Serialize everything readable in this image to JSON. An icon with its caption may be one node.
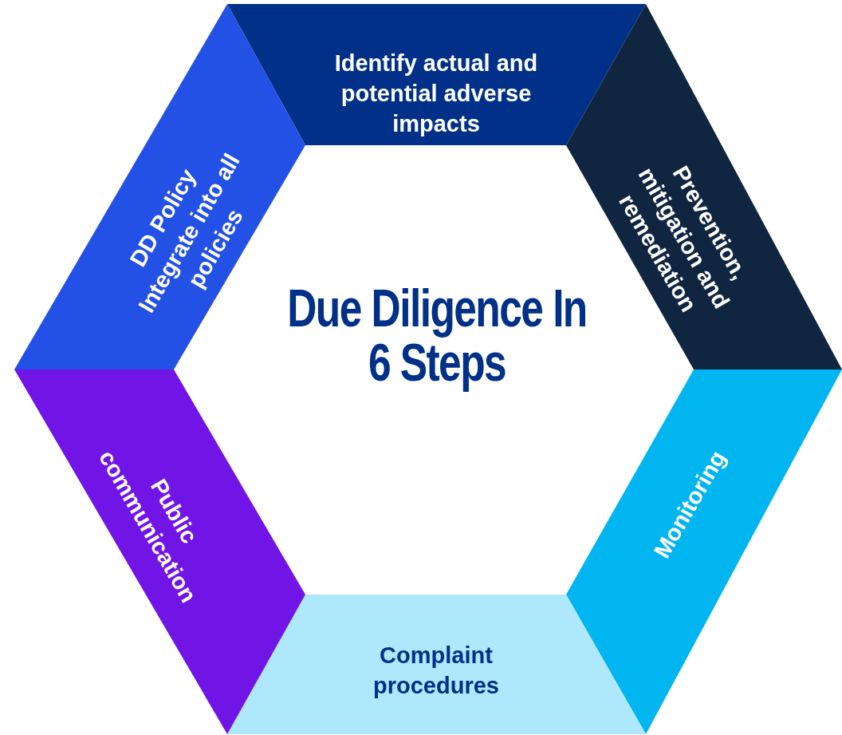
{
  "diagram": {
    "title": "Due Diligence In 6 Steps",
    "nodes": [
      {
        "text": [
          "Identify actual and potential adverse impacts"
        ]
      },
      {
        "text": [
          "Prevention, mitigation and remediation"
        ]
      },
      {
        "text": [
          "Monitoring"
        ]
      },
      {
        "text": [
          "Complaint procedures"
        ]
      },
      {
        "text": [
          "Public communication"
        ]
      },
      {
        "text": [
          "DD Policy",
          "Integrate into all policies"
        ]
      }
    ]
  }
}
